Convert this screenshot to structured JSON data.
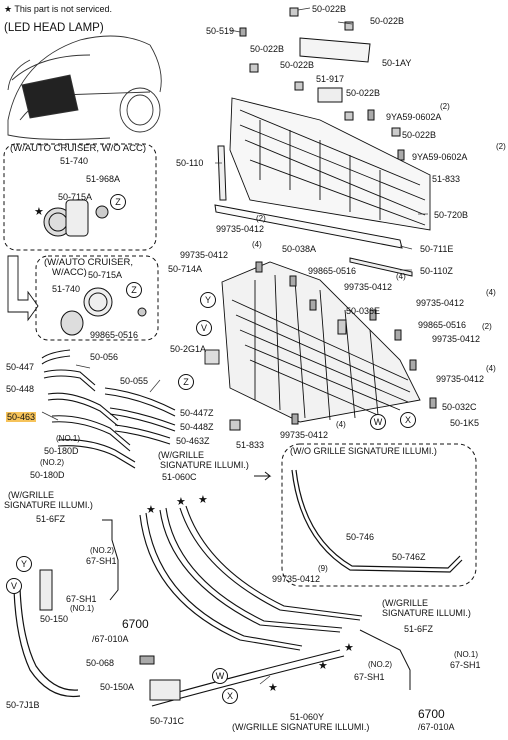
{
  "header": {
    "note_star": "★",
    "note_text": "This part is not serviced.",
    "title": "(LED HEAD LAMP)"
  },
  "box_auto_cruiser_off": {
    "title_line1": "(W/AUTO CRUISER, W/O ACC)",
    "part": "51-740",
    "parts": [
      "51-968A",
      "50-715A"
    ]
  },
  "box_auto_cruiser_on": {
    "title_line1": "(W/AUTO CRUISER,",
    "title_line2": "W/ACC)",
    "parts": [
      "50-715A",
      "51-740",
      "99865-0516"
    ]
  },
  "box_grille_signature": {
    "title": "(W/O GRILLE SIGNATURE ILLUMI.)",
    "parts": [
      "50-746",
      "50-746Z"
    ]
  },
  "top_labels": [
    "50-022B",
    "50-022B",
    "50-519",
    "50-022B",
    "50-1AY",
    "50-022B",
    "51-917",
    "50-022B"
  ],
  "right_labels": {
    "l1": "9YA59-0602A",
    "q1": "(2)",
    "l2": "50-022B",
    "l3": "9YA59-0602A",
    "q3": "(2)",
    "l4": "51-833",
    "l5": "50-720B",
    "l6": "50-711E",
    "l7": "50-110Z"
  },
  "mid_labels": {
    "a": "50-110",
    "b": "99735-0412",
    "bq": "(2)",
    "c": "99735-0412",
    "cq": "(4)",
    "d": "50-038A",
    "e": "50-714A",
    "f": "99865-0516",
    "g": "99735-0412",
    "gq": "(4)",
    "h": "50-036E",
    "i": "99735-0412",
    "iq": "(4)",
    "j": "99865-0516",
    "jq": "(2)",
    "k": "99735-0412",
    "l": "50-2G1A",
    "m": "99735-0412",
    "mq": "(4)",
    "n": "50-032C",
    "o": "50-1K5",
    "p": "51-833",
    "q": "99735-0412",
    "qq": "(4)"
  },
  "left_labels": {
    "a": "50-447",
    "b": "50-056",
    "c": "50-448",
    "d": "50-463",
    "e": "50-055",
    "f": "50-447Z",
    "g": "50-448Z",
    "h": "50-463Z",
    "i1": "(NO.1)",
    "i2": "50-180D",
    "j1": "(NO.2)",
    "j2": "50-180D"
  },
  "lower_labels": {
    "sig_a1": "(W/GRILLE",
    "sig_a2": "SIGNATURE ILLUMI.)",
    "sig_a3": "51-060C",
    "sig_b1": "(W/GRILLE",
    "sig_b2": "SIGNATURE ILLUMI.)",
    "sig_b3": "51-6FZ",
    "n1": "(NO.2)",
    "n1b": "67-SH1",
    "n2": "67-SH1",
    "n2b": "(NO.1)",
    "ref1": "6700",
    "ref1b": "/67-010A",
    "p150": "50-150",
    "p7j1b": "50-7J1B",
    "p068": "50-068",
    "p150a": "50-150A",
    "p7j1c": "50-7J1C",
    "screw": "99735-0412",
    "screwq": "(9)",
    "sig_c1": "(W/GRILLE",
    "sig_c2": "SIGNATURE ILLUMI.)",
    "sig_c3": "51-6FZ",
    "n3": "(NO.1)",
    "n3b": "67-SH1",
    "n4": "(NO.2)",
    "n4b": "67-SH1",
    "ref2": "6700",
    "ref2b": "/67-010A",
    "bottom1": "51-060Y",
    "bottom2": "(W/GRILLE SIGNATURE ILLUMI.)"
  },
  "circle_refs": [
    "Z",
    "Z",
    "Y",
    "V",
    "Z",
    "W",
    "X",
    "V",
    "Y",
    "W",
    "X"
  ]
}
